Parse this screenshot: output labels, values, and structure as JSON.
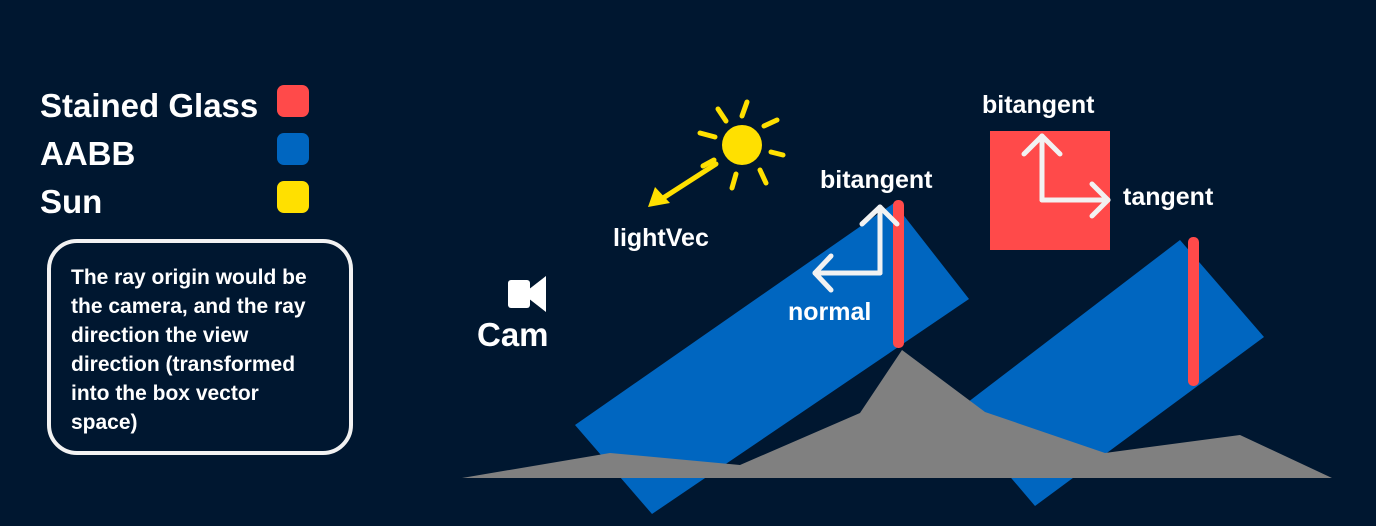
{
  "legend": {
    "items": [
      {
        "label": "Stained Glass",
        "color": "#ff4a4a"
      },
      {
        "label": "AABB",
        "color": "#0066c0"
      },
      {
        "label": "Sun",
        "color": "#ffe000"
      }
    ]
  },
  "note": {
    "text": "The ray origin would be the camera, and the ray direction the view direction (transformed into the box vector space)"
  },
  "labels": {
    "light_vec": "lightVec",
    "cam": "Cam",
    "bitangent_left": "bitangent",
    "normal": "normal",
    "bitangent_right": "bitangent",
    "tangent": "tangent"
  },
  "colors": {
    "background": "#001730",
    "glass": "#ff4a4a",
    "aabb": "#0066c0",
    "sun": "#ffe000",
    "ground": "#808080",
    "arrow": "#f2f2f2"
  },
  "icons": {
    "sun": "sun-icon",
    "camera": "camera-icon"
  }
}
